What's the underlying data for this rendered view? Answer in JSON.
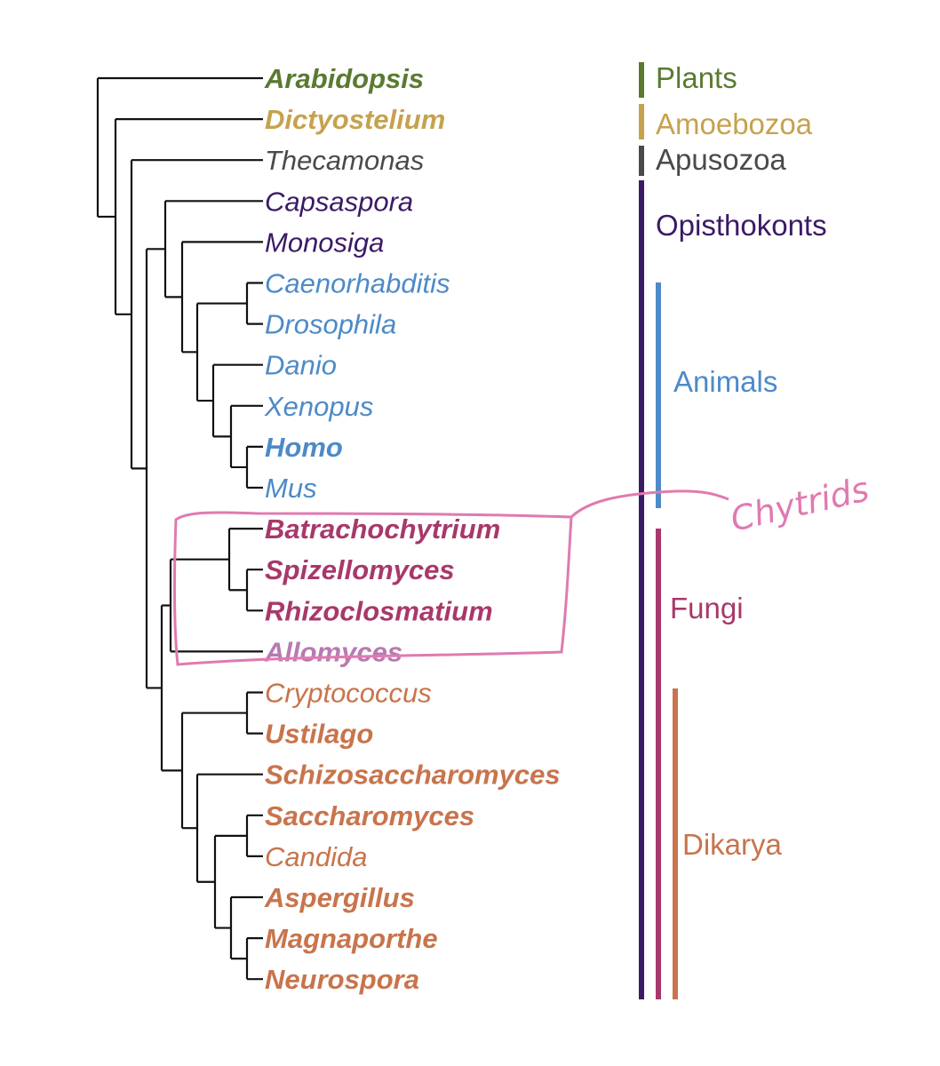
{
  "colors": {
    "plants": "#5a7a30",
    "amoebozoa": "#c6a24e",
    "apusozoa": "#4a4a4a",
    "opisthokonts": "#3b1a66",
    "animals": "#4d8ac8",
    "fungi": "#a8386a",
    "allomyces": "#b87ab0",
    "dikarya": "#c8744c",
    "tree_line": "#111111",
    "highlight": "#e07ab0"
  },
  "taxa": [
    {
      "name": "Arabidopsis",
      "bold": true,
      "color": "plants"
    },
    {
      "name": "Dictyostelium",
      "bold": true,
      "color": "amoebozoa"
    },
    {
      "name": "Thecamonas",
      "bold": false,
      "color": "apusozoa"
    },
    {
      "name": "Capsaspora",
      "bold": false,
      "color": "opisthokonts"
    },
    {
      "name": "Monosiga",
      "bold": false,
      "color": "opisthokonts"
    },
    {
      "name": "Caenorhabditis",
      "bold": false,
      "color": "animals"
    },
    {
      "name": "Drosophila",
      "bold": false,
      "color": "animals"
    },
    {
      "name": "Danio",
      "bold": false,
      "color": "animals"
    },
    {
      "name": "Xenopus",
      "bold": false,
      "color": "animals"
    },
    {
      "name": "Homo",
      "bold": true,
      "color": "animals"
    },
    {
      "name": "Mus",
      "bold": false,
      "color": "animals",
      "upright": true
    },
    {
      "name": "Batrachochytrium",
      "bold": true,
      "color": "fungi"
    },
    {
      "name": "Spizellomyces",
      "bold": true,
      "color": "fungi"
    },
    {
      "name": "Rhizoclosmatium",
      "bold": true,
      "color": "fungi"
    },
    {
      "name": "Allomyces",
      "bold": true,
      "color": "allomyces"
    },
    {
      "name": "Cryptococcus",
      "bold": false,
      "color": "dikarya"
    },
    {
      "name": "Ustilago",
      "bold": true,
      "color": "dikarya"
    },
    {
      "name": "Schizosaccharomyces",
      "bold": true,
      "color": "dikarya"
    },
    {
      "name": "Saccharomyces",
      "bold": true,
      "color": "dikarya"
    },
    {
      "name": "Candida",
      "bold": false,
      "color": "dikarya"
    },
    {
      "name": "Aspergillus",
      "bold": true,
      "color": "dikarya"
    },
    {
      "name": "Magnaporthe",
      "bold": true,
      "color": "dikarya"
    },
    {
      "name": "Neurospora",
      "bold": true,
      "color": "dikarya"
    }
  ],
  "groups": [
    {
      "label": "Plants",
      "color": "plants"
    },
    {
      "label": "Amoebozoa",
      "color": "amoebozoa"
    },
    {
      "label": "Apusozoa",
      "color": "apusozoa"
    },
    {
      "label": "Opisthokonts",
      "color": "opisthokonts"
    },
    {
      "label": "Animals",
      "color": "animals"
    },
    {
      "label": "Fungi",
      "color": "fungi"
    },
    {
      "label": "Dikarya",
      "color": "dikarya"
    }
  ],
  "annotation": {
    "label": "Chytrids",
    "color": "highlight"
  }
}
